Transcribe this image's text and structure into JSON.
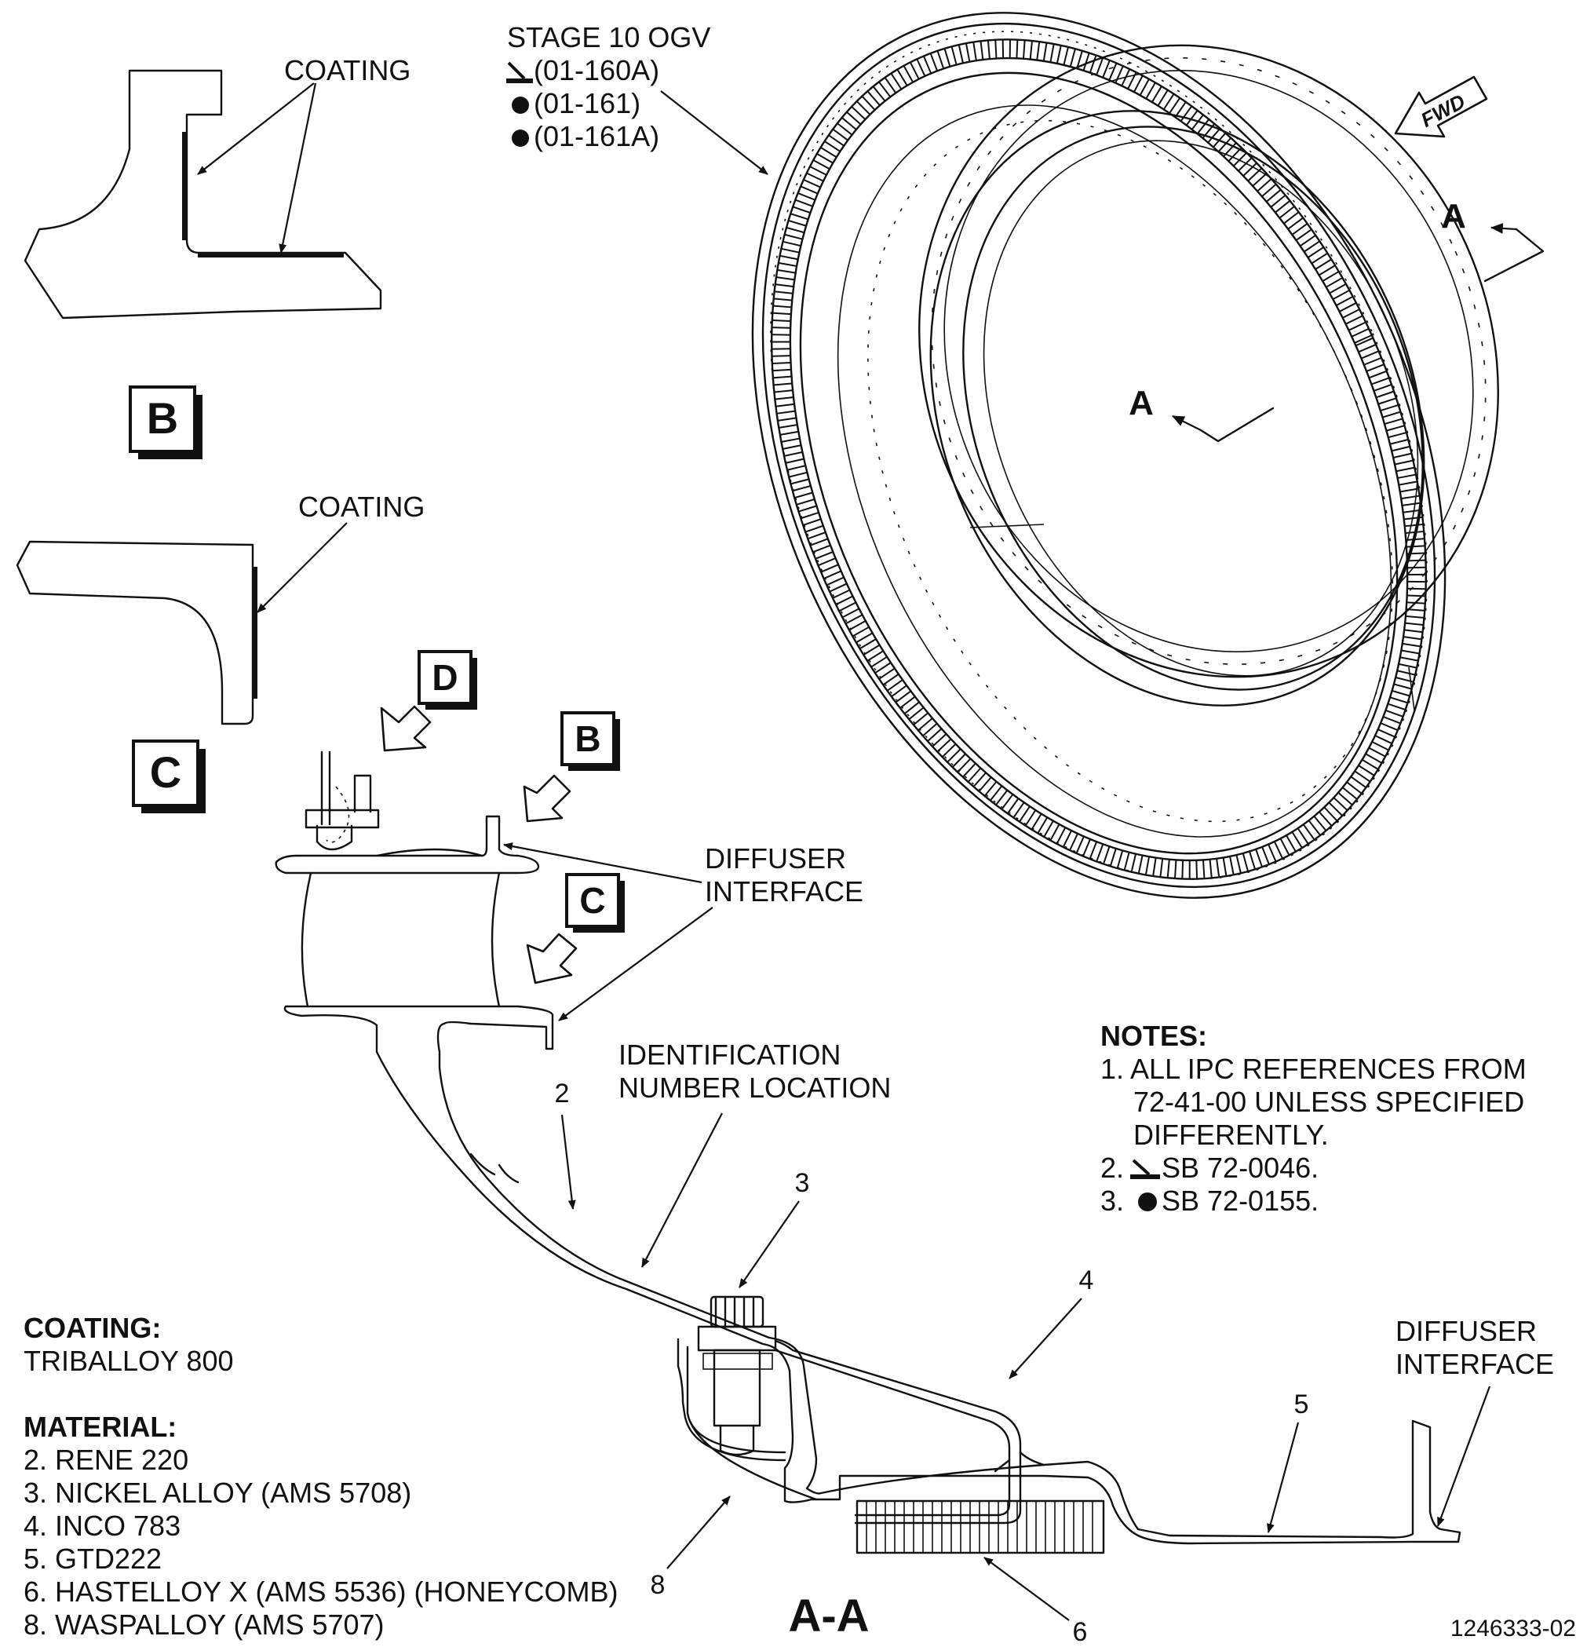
{
  "top_callout": {
    "line1": "STAGE 10 OGV",
    "line2": "(01-160A)",
    "line3": "(01-161)",
    "line4": "(01-161A)"
  },
  "view_b": {
    "label": "COATING",
    "view_letter": "B"
  },
  "view_c": {
    "label": "COATING",
    "view_letter": "C"
  },
  "section_markers": {
    "a_upper": "A",
    "a_lower": "A",
    "fwd": "FWD"
  },
  "view_refs": {
    "d": "D",
    "b": "B",
    "c": "C"
  },
  "diffuser_upper": {
    "line1": "DIFFUSER",
    "line2": "INTERFACE"
  },
  "diffuser_lower": {
    "line1": "DIFFUSER",
    "line2": "INTERFACE"
  },
  "id_location": {
    "line1": "IDENTIFICATION",
    "line2": "NUMBER LOCATION"
  },
  "item_numbers": {
    "n2": "2",
    "n3": "3",
    "n4": "4",
    "n5": "5",
    "n6": "6",
    "n8": "8"
  },
  "section_title": "A-A",
  "notes": {
    "heading": "NOTES:",
    "n1a": "1. ALL IPC REFERENCES FROM",
    "n1b": "72-41-00 UNLESS SPECIFIED",
    "n1c": "DIFFERENTLY.",
    "n2_prefix": "2.",
    "n2_text": "SB 72-0046.",
    "n3_prefix": "3.",
    "n3_text": "SB 72-0155."
  },
  "coating": {
    "heading": "COATING:",
    "value": "TRIBALLOY 800"
  },
  "material": {
    "heading": "MATERIAL:",
    "items": [
      "2. RENE 220",
      "3. NICKEL ALLOY (AMS 5708)",
      "4. INCO 783",
      "5. GTD222",
      "6. HASTELLOY X (AMS 5536) (HONEYCOMB)",
      "8. WASPALLOY (AMS 5707)"
    ]
  },
  "drawing_number": "1246333-02"
}
